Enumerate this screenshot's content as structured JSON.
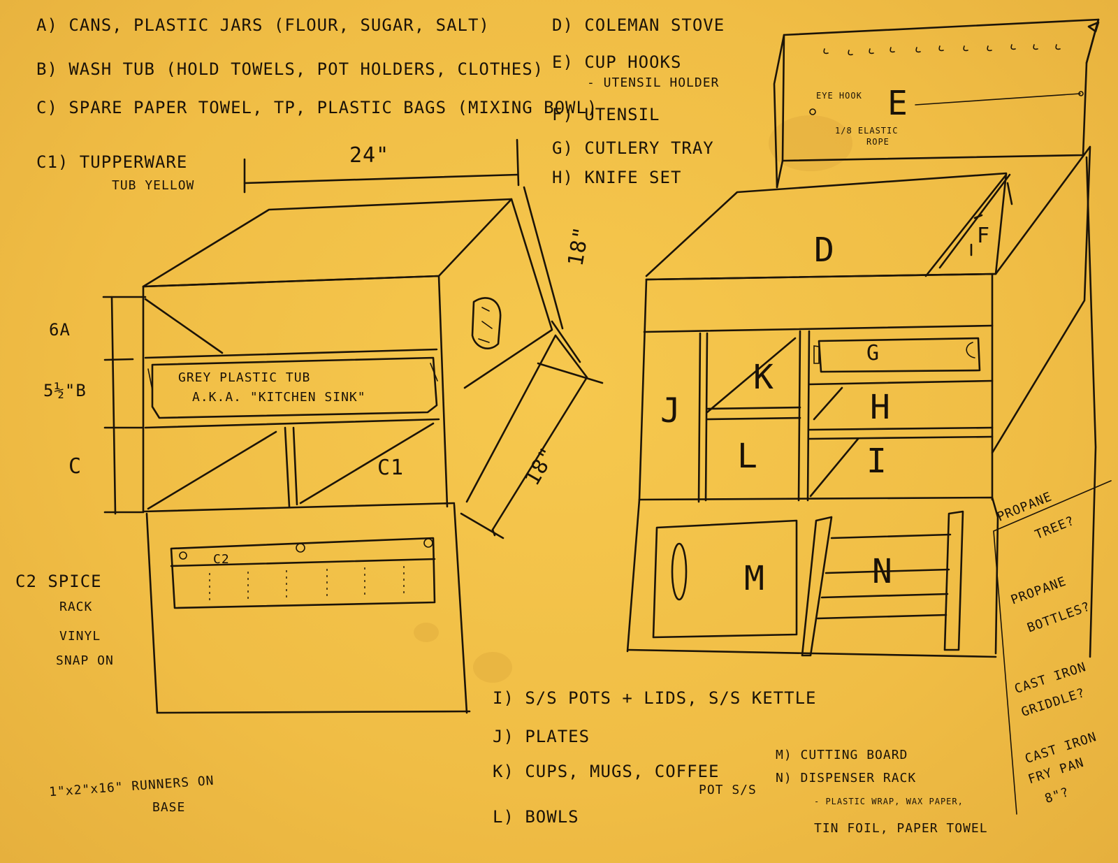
{
  "legend_top_left": {
    "A": "A) CANS, PLASTIC JARS (FLOUR, SUGAR, SALT)",
    "B": "B) WASH TUB (HOLD TOWELS, POT HOLDERS, CLOTHES)",
    "C": "C) SPARE PAPER TOWEL, TP, PLASTIC BAGS (MIXING BOWL)",
    "C1_line1": "C1) TUPPERWARE",
    "C1_line2": "TUB YELLOW"
  },
  "legend_top_right": {
    "D": "D) COLEMAN STOVE",
    "E": "E) CUP HOOKS",
    "E_sub": "- UTENSIL HOLDER",
    "F": "F) UTENSIL",
    "G": "G) CUTLERY TRAY",
    "H": "H) KNIFE SET"
  },
  "left_box": {
    "width_dim": "24\"",
    "depth_dim_top": "18\"",
    "depth_dim_side": "18\"",
    "height_6a": "6A",
    "height_b": "5½\"B",
    "height_c": "C",
    "tub_line1": "GREY PLASTIC TUB",
    "tub_line2": "A.K.A. \"KITCHEN SINK\"",
    "c1_label": "C1",
    "c2_label": "C2",
    "spice_rack_line1": "C2 SPICE",
    "spice_rack_line2": "RACK",
    "spice_rack_line3": "VINYL",
    "spice_rack_line4": "SNAP ON",
    "runners_line1": "1\"x2\"x16\" RUNNERS ON",
    "runners_line2": "BASE"
  },
  "right_box": {
    "eye_hook": "EYE HOOK",
    "elastic_line1": "1/8 ELASTIC",
    "elastic_line2": "ROPE",
    "label_E": "E",
    "label_D": "D",
    "label_F": "F",
    "label_G": "G",
    "label_H": "H",
    "label_I": "I",
    "label_J": "J",
    "label_K": "K",
    "label_L": "L",
    "label_M": "M",
    "label_N": "N"
  },
  "legend_bottom": {
    "I": "I) S/S POTS + LIDS, S/S KETTLE",
    "J": "J) PLATES",
    "K": "K) CUPS, MUGS, COFFEE",
    "K_sub": "POT S/S",
    "L": "L) BOWLS",
    "M": "M) CUTTING BOARD",
    "N": "N) DISPENSER RACK",
    "N_sub1": "- PLASTIC WRAP, WAX PAPER,",
    "N_sub2": "TIN FOIL, PAPER TOWEL"
  },
  "side_notes": {
    "propane_tree_1": "PROPANE",
    "propane_tree_2": "TREE?",
    "propane_bottles_1": "PROPANE",
    "propane_bottles_2": "BOTTLES?",
    "griddle_1": "CAST IRON",
    "griddle_2": "GRIDDLE?",
    "frypan_1": "CAST IRON",
    "frypan_2": "FRY PAN",
    "frypan_3": "8\"?"
  }
}
